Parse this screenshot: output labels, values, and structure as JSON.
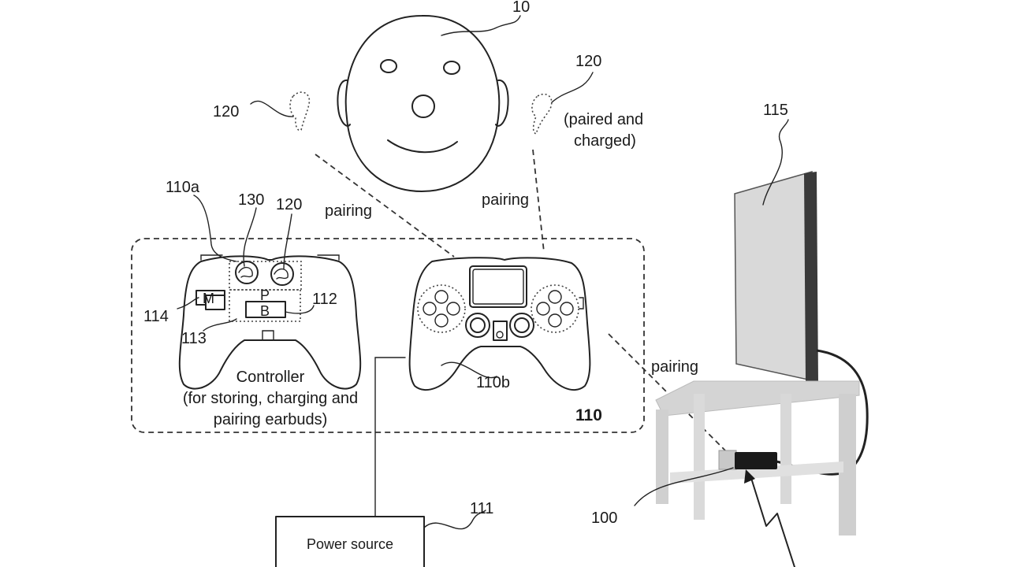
{
  "labels": {
    "ref_10": "10",
    "ref_120_left": "120",
    "ref_120_right": "120",
    "paired_charged_line1": "(paired and",
    "paired_charged_line2": "charged)",
    "ref_115": "115",
    "ref_110a": "110a",
    "ref_130": "130",
    "ref_120_ctrl": "120",
    "pairing_left": "pairing",
    "pairing_center": "pairing",
    "pairing_right": "pairing",
    "box_m": "M",
    "box_p": "P",
    "box_b": "B",
    "ref_114": "114",
    "ref_112": "112",
    "ref_113": "113",
    "controller_line1": "Controller",
    "controller_line2": "(for storing, charging and",
    "controller_line3": "pairing earbuds)",
    "ref_110b": "110b",
    "ref_110": "110",
    "ref_111": "111",
    "power_source": "Power source",
    "ref_100": "100"
  },
  "colors": {
    "ink": "#222222",
    "tv_screen": "#d9d9d9",
    "tv_frame": "#3a3a3a",
    "table": "#d4d4d4"
  }
}
